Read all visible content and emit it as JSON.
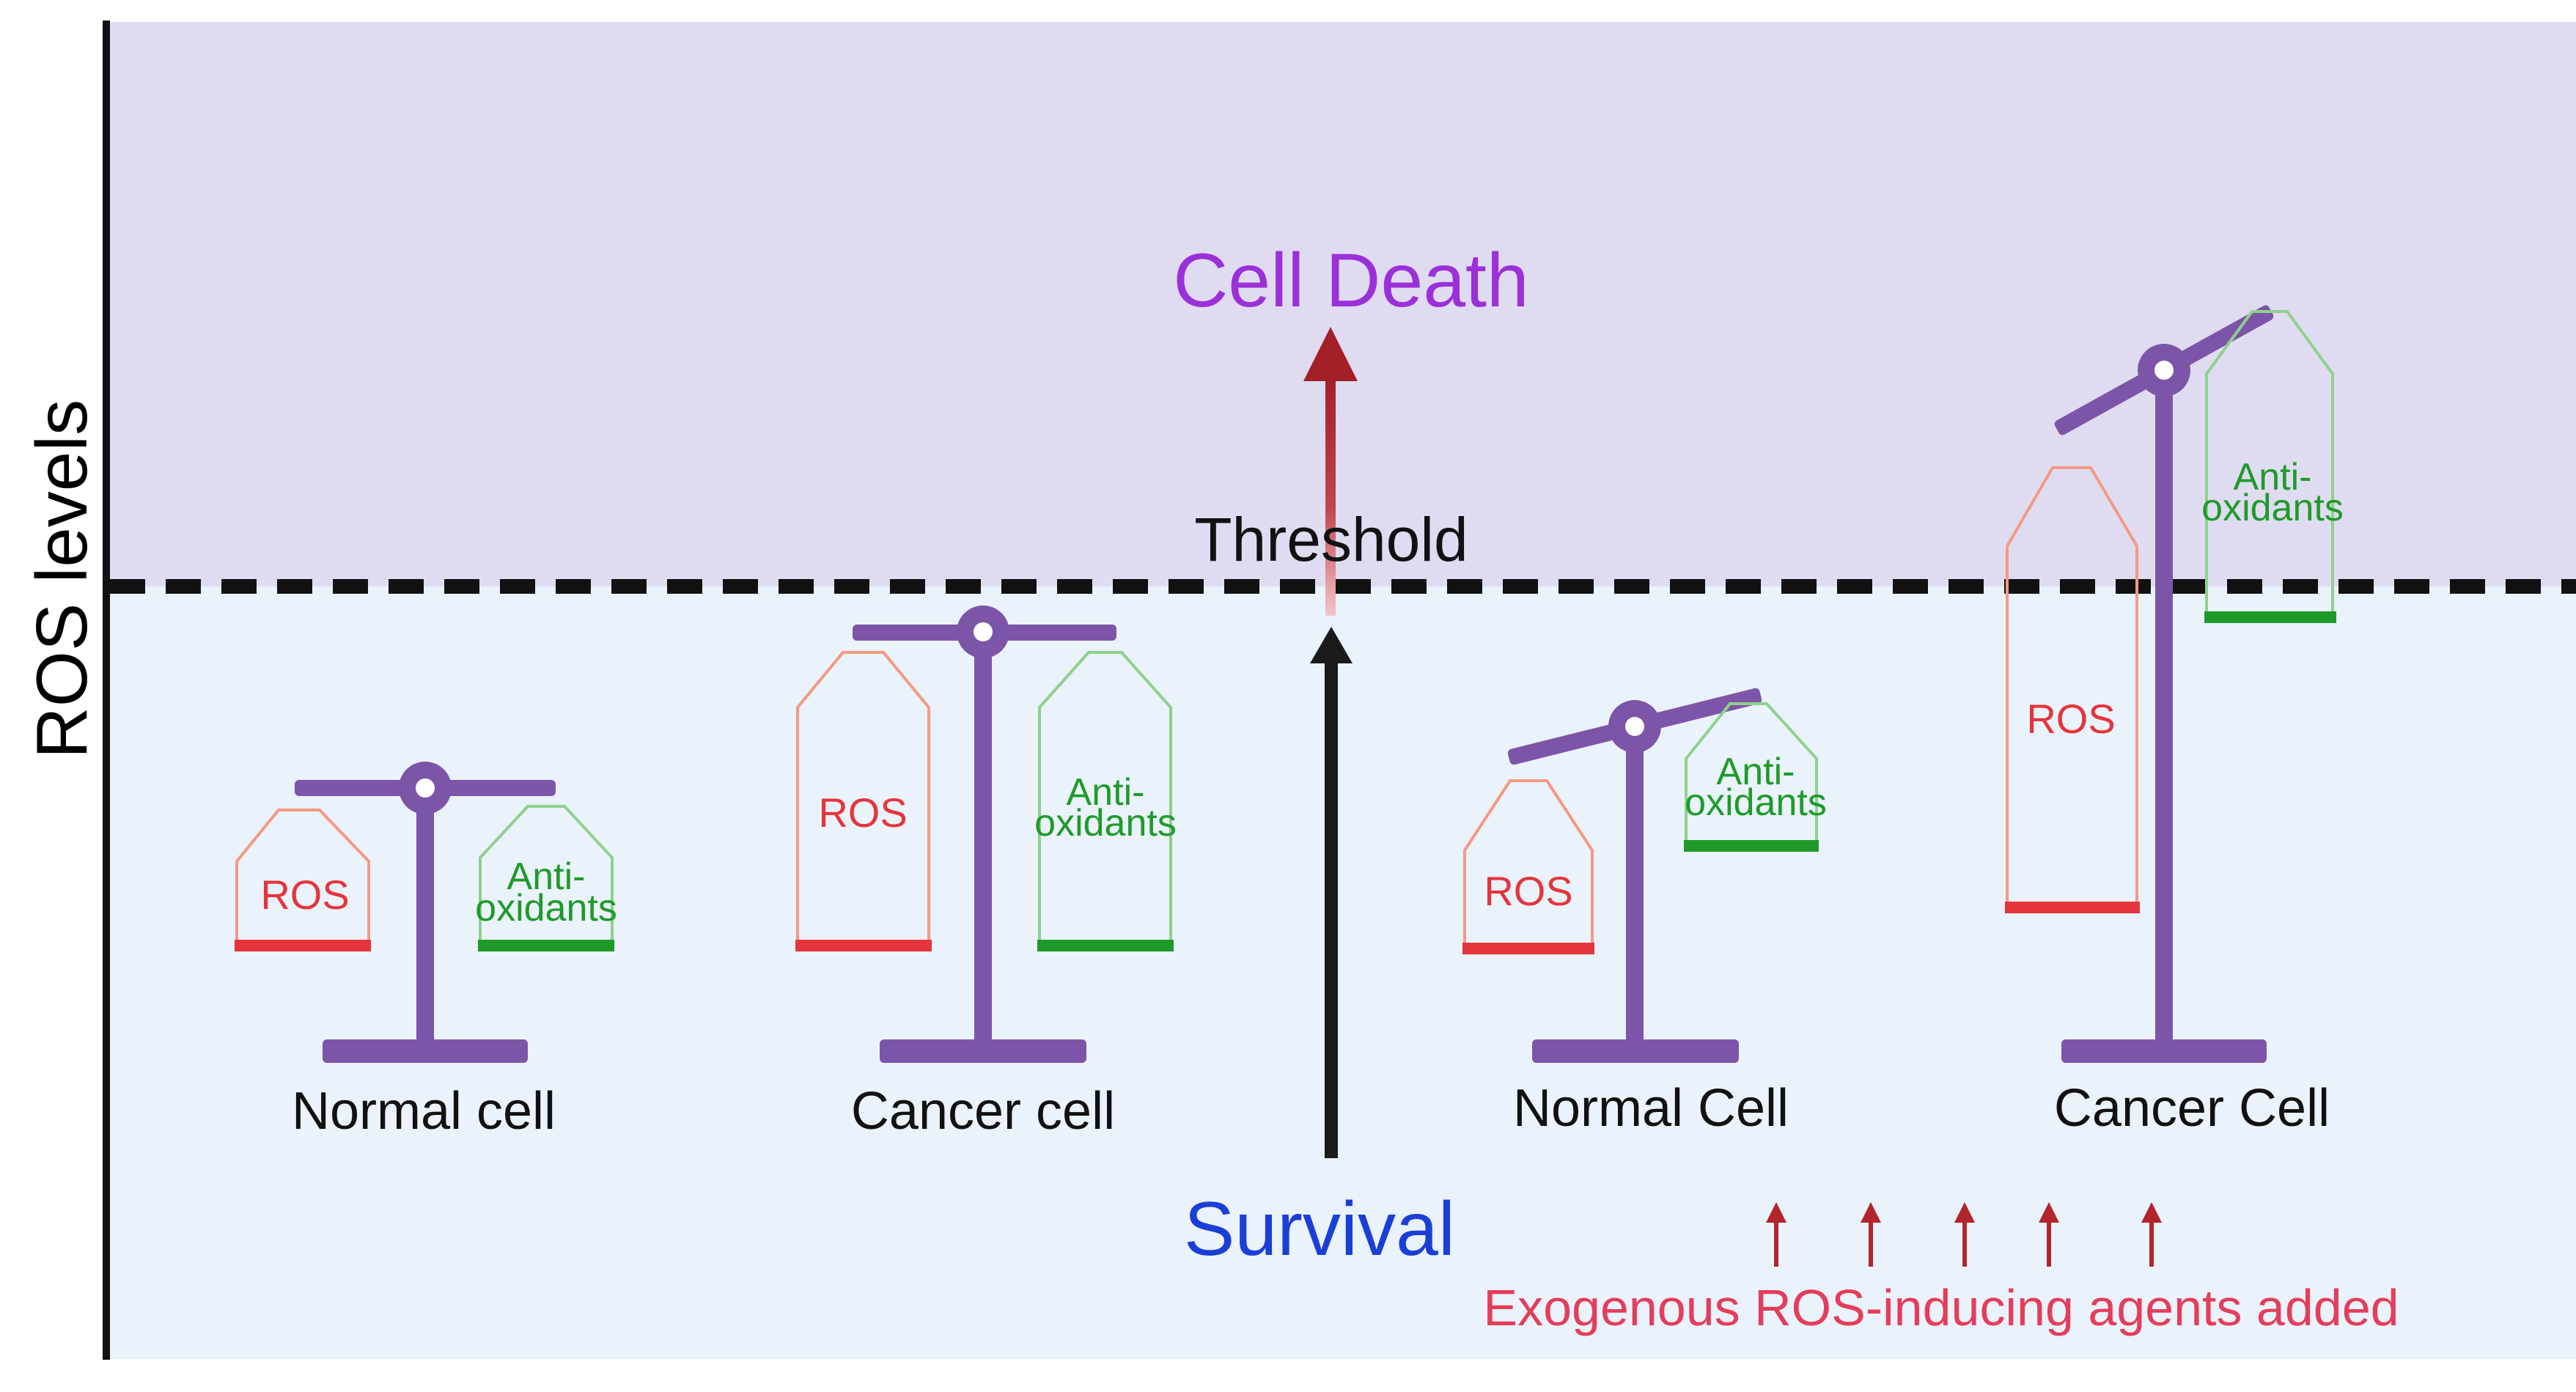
{
  "axis": {
    "ylabel": "ROS levels"
  },
  "zones": {
    "upper_label": "Cell Death",
    "threshold_label": "Threshold",
    "lower_label": "Survival"
  },
  "scales": [
    {
      "caption": "Normal cell",
      "left_label": "ROS",
      "right_label_1": "Anti-",
      "right_label_2": "oxidants"
    },
    {
      "caption": "Cancer cell",
      "left_label": "ROS",
      "right_label_1": "Anti-",
      "right_label_2": "oxidants"
    },
    {
      "caption": "Normal Cell",
      "left_label": "ROS",
      "right_label_1": "Anti-",
      "right_label_2": "oxidants"
    },
    {
      "caption": "Cancer Cell",
      "left_label": "ROS",
      "right_label_1": "Anti-",
      "right_label_2": "oxidants"
    }
  ],
  "treatment": {
    "label": "Exogenous ROS-inducing agents added"
  },
  "colors": {
    "death_zone": "#dfdcf2",
    "survival_zone": "#eaf2fb",
    "scale_purple": "#7d55a8",
    "ros_red": "#e4353c",
    "ros_outline": "#f59982",
    "antioxidant_green": "#1f9a29",
    "antioxidant_outline": "#8fd18c",
    "cell_death_text": "#9b30d9",
    "survival_text": "#1b3fd6",
    "treatment_text": "#e43d5b",
    "arrow_red": "#b3242b",
    "arrow_black": "#1a1a1a"
  }
}
